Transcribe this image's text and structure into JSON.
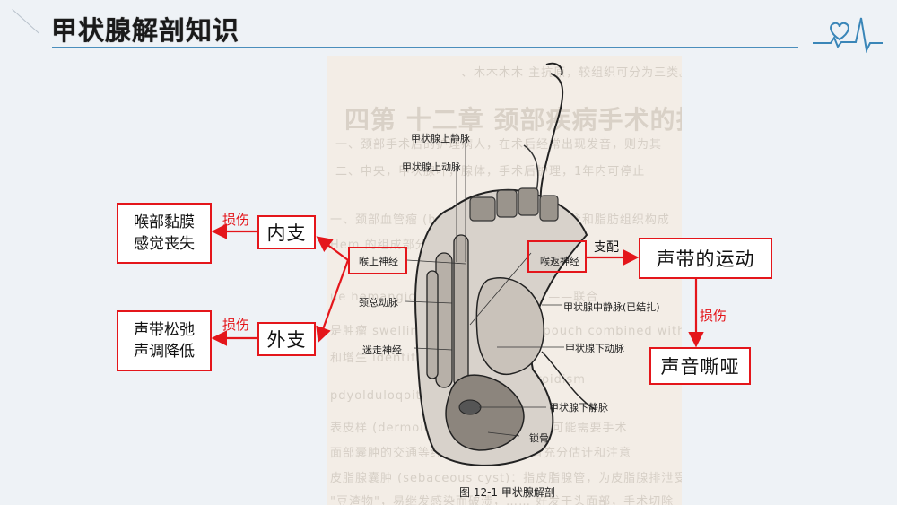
{
  "header": {
    "title": "甲状腺解剖知识",
    "accent_color": "#4a8ebc",
    "icon": "heart-ecg-icon"
  },
  "figure": {
    "caption": "图 12-1    甲状腺解剖",
    "labels": {
      "sup_thyroid_vein": "甲状腺上静脉",
      "sup_thyroid_artery": "甲状腺上动脉",
      "sup_laryngeal_nerve": "喉上神经",
      "recurrent_laryngeal_nerve": "喉返神经",
      "common_carotid": "颈总动脉",
      "mid_thyroid_vein": "甲状腺中静脉(已结扎)",
      "vagus_nerve": "迷走神经",
      "inf_thyroid_artery": "甲状腺下动脉",
      "inf_thyroid_vein": "甲状腺下静脉",
      "clavicle": "锁骨"
    }
  },
  "annotations": {
    "internal_branch": "内支",
    "external_branch": "外支",
    "internal_injury_label": "损伤",
    "external_injury_label": "损伤",
    "internal_result_line1": "喉部黏膜",
    "internal_result_line2": "感觉丧失",
    "external_result_line1": "声带松弛",
    "external_result_line2": "声调降低",
    "innervates_label": "支配",
    "vocal_cord_movement": "声带的运动",
    "recurrent_injury_label": "损伤",
    "hoarseness": "声音嘶哑",
    "highlight_color": "#e4161b"
  }
}
